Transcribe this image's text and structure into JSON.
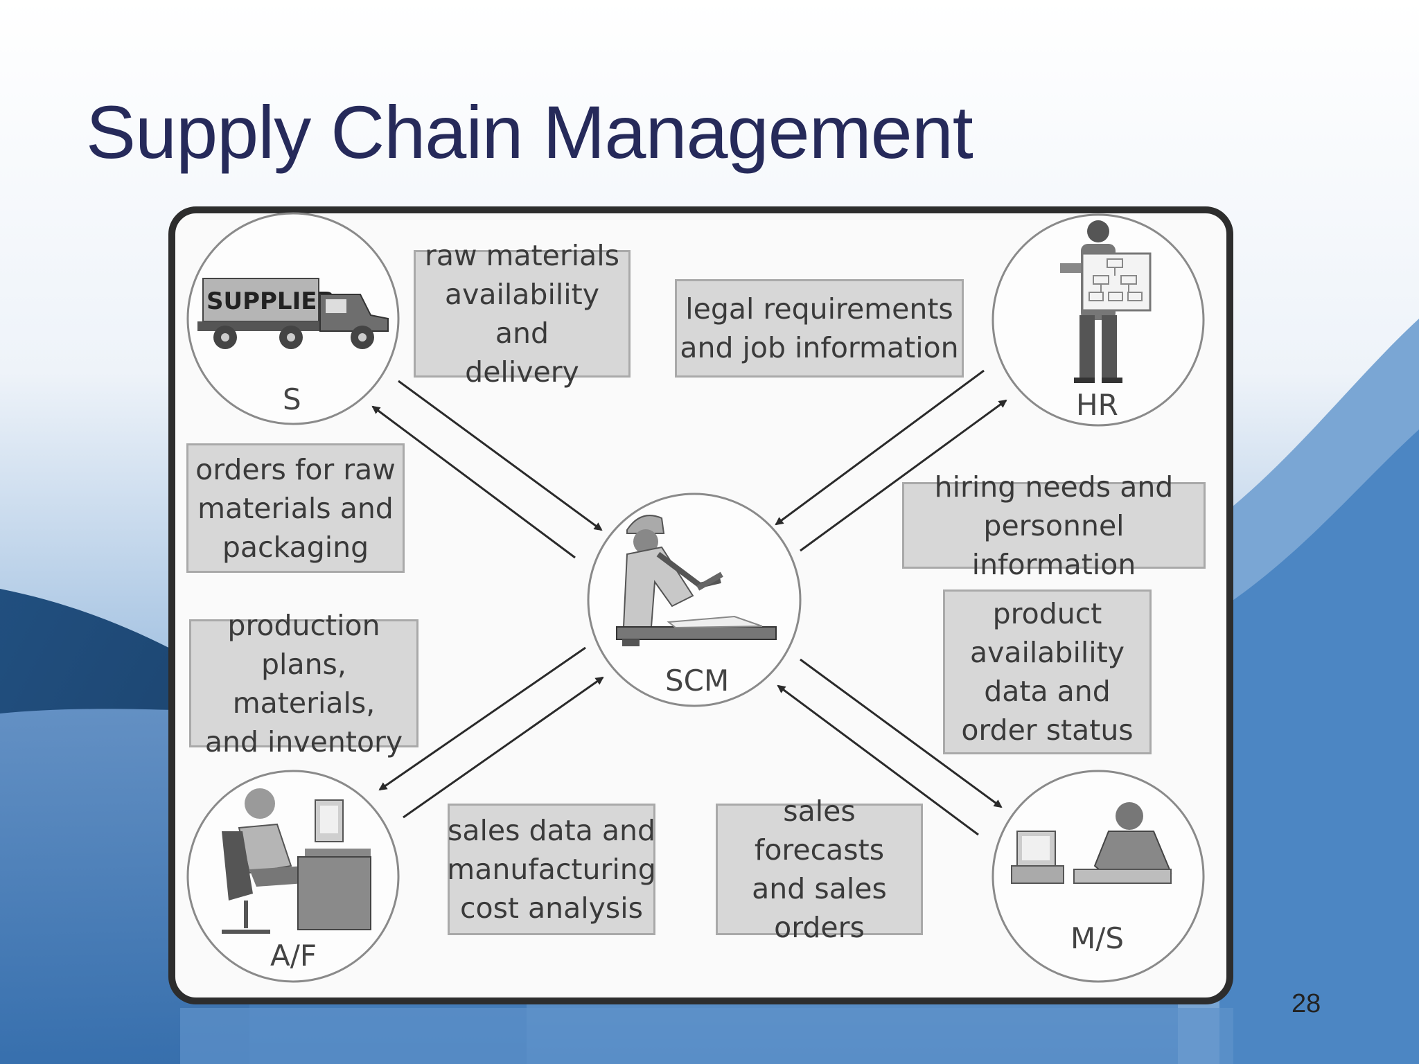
{
  "slide": {
    "title": "Supply Chain Management",
    "page_number": "28"
  },
  "nodes": {
    "supplier": {
      "label": "S",
      "sign": "SUPPLIER"
    },
    "hr": {
      "label": "HR"
    },
    "scm": {
      "label": "SCM"
    },
    "af": {
      "label": "A/F"
    },
    "ms": {
      "label": "M/S"
    }
  },
  "flows": {
    "raw_materials": "raw materials\navailability and\ndelivery",
    "legal": "legal requirements\nand job information",
    "orders": "orders for raw\nmaterials and\npackaging",
    "hiring": "hiring needs and\npersonnel information",
    "production": "production\nplans, materials,\nand inventory",
    "product_availability": "product\navailability\ndata and\norder status",
    "sales_data": "sales data and\nmanufacturing\ncost analysis",
    "sales_forecasts": "sales forecasts\nand sales\norders"
  },
  "colors": {
    "title": "#262a5a",
    "wave_light": "#8ab0d8",
    "wave_dark": "#1e4a78",
    "wave_mid": "#3f77b5",
    "box_fill": "#d7d7d7"
  }
}
